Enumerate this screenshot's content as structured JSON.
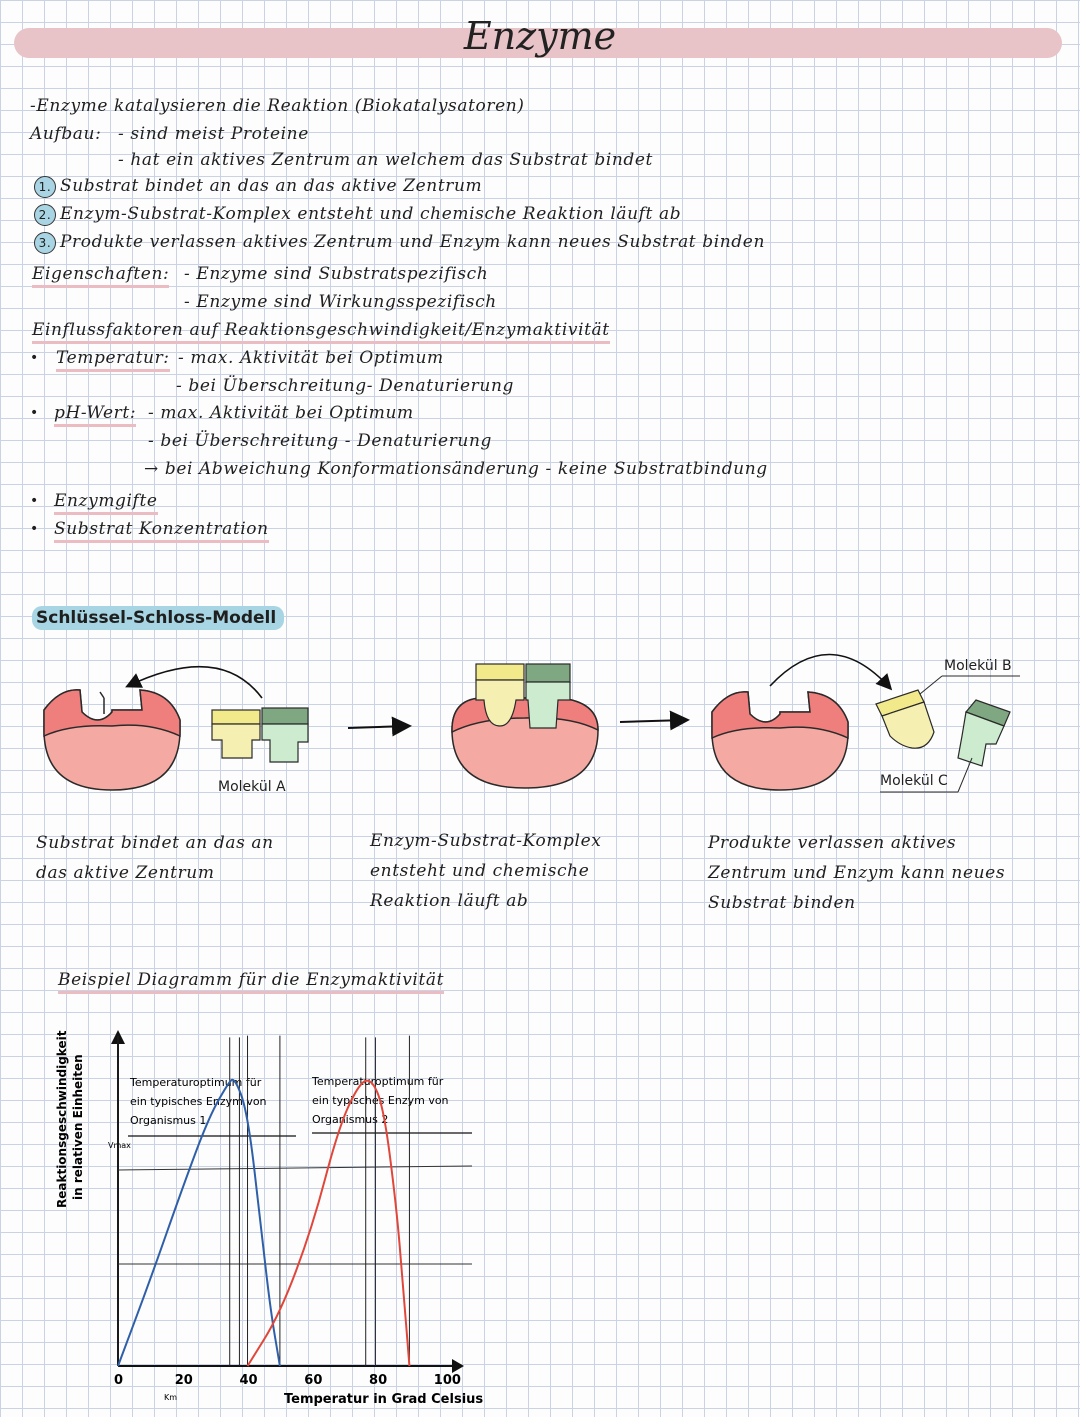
{
  "title": "Enzyme",
  "notes": {
    "intro": "-Enzyme katalysieren die Reaktion (Biokatalysatoren)",
    "aufbau_label": "Aufbau:",
    "aufbau_1": "- sind meist Proteine",
    "aufbau_2": "- hat ein aktives Zentrum an welchem das Substrat bindet",
    "step_1_num": "1.",
    "step_1": "Substrat bindet an das an das aktive Zentrum",
    "step_2_num": "2.",
    "step_2": "Enzym-Substrat-Komplex entsteht und chemische Reaktion läuft ab",
    "step_3_num": "3.",
    "step_3": "Produkte verlassen aktives Zentrum und Enzym kann neues Substrat binden",
    "eig_label": "Eigenschaften:",
    "eig_1": "- Enzyme sind Substratspezifisch",
    "eig_2": "- Enzyme sind Wirkungsspezifisch",
    "einfluss": "Einflussfaktoren auf Reaktionsgeschwindigkeit/Enzymaktivität",
    "temp_label": "Temperatur:",
    "temp_1": "- max. Aktivität bei Optimum",
    "temp_2": "- bei Überschreitung- Denaturierung",
    "ph_label": "pH-Wert:",
    "ph_1": "- max. Aktivität bei Optimum",
    "ph_2": "- bei Überschreitung - Denaturierung",
    "ph_3": "→ bei Abweichung Konformationsänderung - keine Substratbindung",
    "gifte": "Enzymgifte",
    "konz": "Substrat Konzentration"
  },
  "model": {
    "heading": "Schlüssel-Schloss-Modell",
    "molekul_a": "Molekül A",
    "molekul_b": "Molekül B",
    "molekul_c": "Molekül C",
    "cap_1": "Substrat bindet an das an das aktive Zentrum",
    "cap_2": "Enzym-Substrat-Komplex entsteht und chemische Reaktion läuft ab",
    "cap_3": "Produkte verlassen aktives Zentrum und Enzym kann neues Substrat binden",
    "colors": {
      "enzyme_top": "#ef7f7d",
      "enzyme_body": "#f4aaa3",
      "yellow": "#f5f0b2",
      "green_top": "#7fa882",
      "green": "#cdeccf"
    }
  },
  "diagram": {
    "heading": "Beispiel Diagramm für die Enzymaktivität",
    "ylabel_1": "Reaktionsgeschwindigkeit",
    "ylabel_2": "in relativen Einheiten",
    "vmax": "Vmax",
    "km": "Km",
    "note_1": [
      "Temperaturoptimum für",
      "ein typisches Enzym von",
      "Organismus 1"
    ],
    "note_2": [
      "Temperaturoptimum für",
      "ein typisches Enzym von",
      "Organismus 2"
    ],
    "xlabel": "Temperatur in Grad Celsius",
    "colors": {
      "organismus_1": "#2f5fa8",
      "organismus_2": "#e0473a"
    }
  },
  "chart_data": {
    "type": "line",
    "xlabel": "Temperatur in Grad Celsius",
    "ylabel": "Reaktionsgeschwindigkeit in relativen Einheiten",
    "xticks": [
      0,
      20,
      40,
      60,
      80,
      100
    ],
    "xlim": [
      0,
      105
    ],
    "ylim": [
      0,
      1.15
    ],
    "series": [
      {
        "x": [
          0,
          10,
          20,
          28,
          34,
          36,
          40,
          44,
          47,
          50
        ],
        "y": [
          0,
          0.3,
          0.62,
          0.86,
          0.98,
          1.0,
          0.88,
          0.5,
          0.2,
          0
        ]
      },
      {
        "x": [
          40,
          50,
          60,
          68,
          74,
          78,
          82,
          86,
          88,
          90
        ],
        "y": [
          0,
          0.18,
          0.48,
          0.82,
          0.97,
          1.0,
          0.9,
          0.55,
          0.28,
          0
        ]
      }
    ]
  }
}
